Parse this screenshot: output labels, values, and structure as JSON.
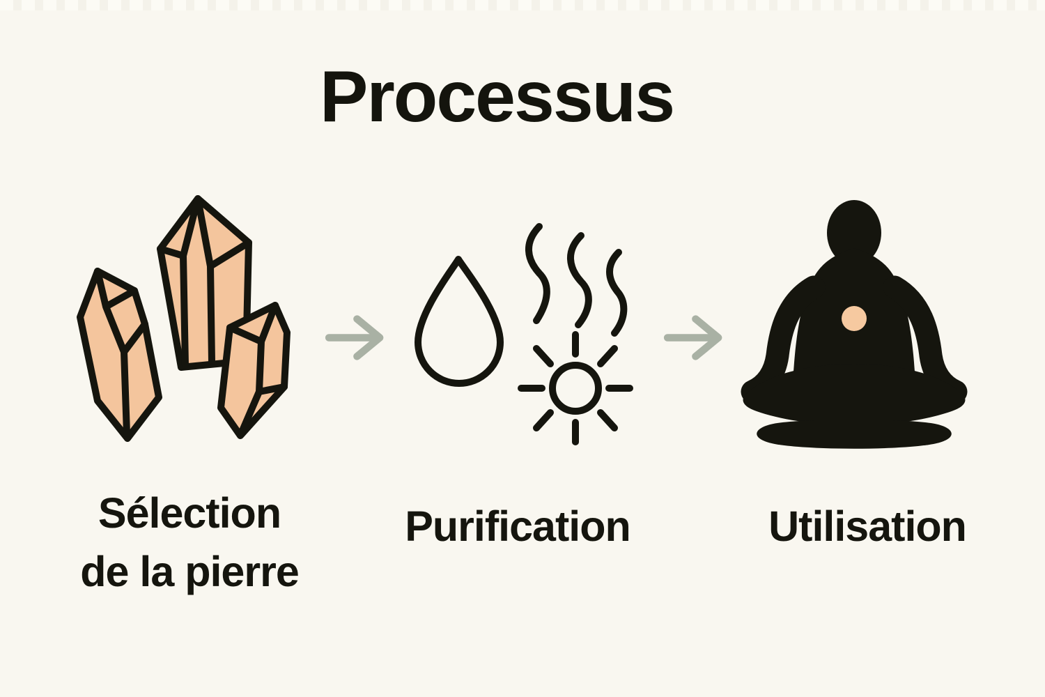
{
  "title": "Processus",
  "steps": [
    {
      "id": "selection",
      "label_line1": "Sélection",
      "label_line2": "de la pierre",
      "icon": "crystals-icon"
    },
    {
      "id": "purification",
      "label": "Purification",
      "icons": [
        "water-drop-icon",
        "incense-smoke-icon",
        "sun-icon"
      ]
    },
    {
      "id": "utilisation",
      "label": "Utilisation",
      "icon": "meditation-person-icon"
    }
  ],
  "connectors": [
    {
      "icon": "arrow-right-icon"
    },
    {
      "icon": "arrow-right-icon"
    }
  ],
  "colors": {
    "background": "#f9f7f0",
    "ink": "#15150e",
    "crystal_fill": "#f4c59d",
    "chakra_dot": "#f6c9a0",
    "arrow": "#a9b1a4"
  }
}
